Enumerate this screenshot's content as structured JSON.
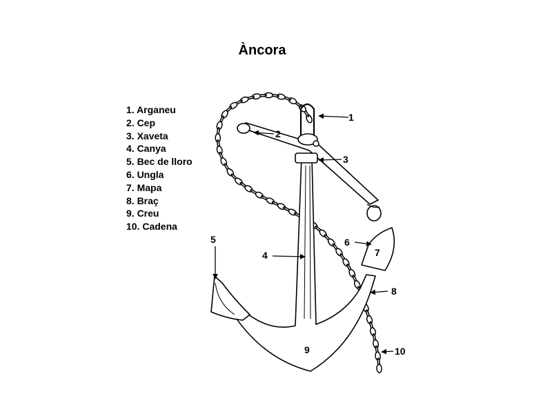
{
  "title": "Àncora",
  "legend": [
    "1. Arganeu",
    "2. Cep",
    "3. Xaveta",
    "4. Canya",
    "5. Bec de lloro",
    "6. Ungla",
    "7. Mapa",
    "8. Braç",
    "9. Creu",
    "10. Cadena"
  ],
  "callouts": {
    "n1": "1",
    "n2": "2",
    "n3": "3",
    "n4": "4",
    "n5": "5",
    "n6": "6",
    "n7": "7",
    "n8": "8",
    "n9": "9",
    "n10": "10"
  }
}
